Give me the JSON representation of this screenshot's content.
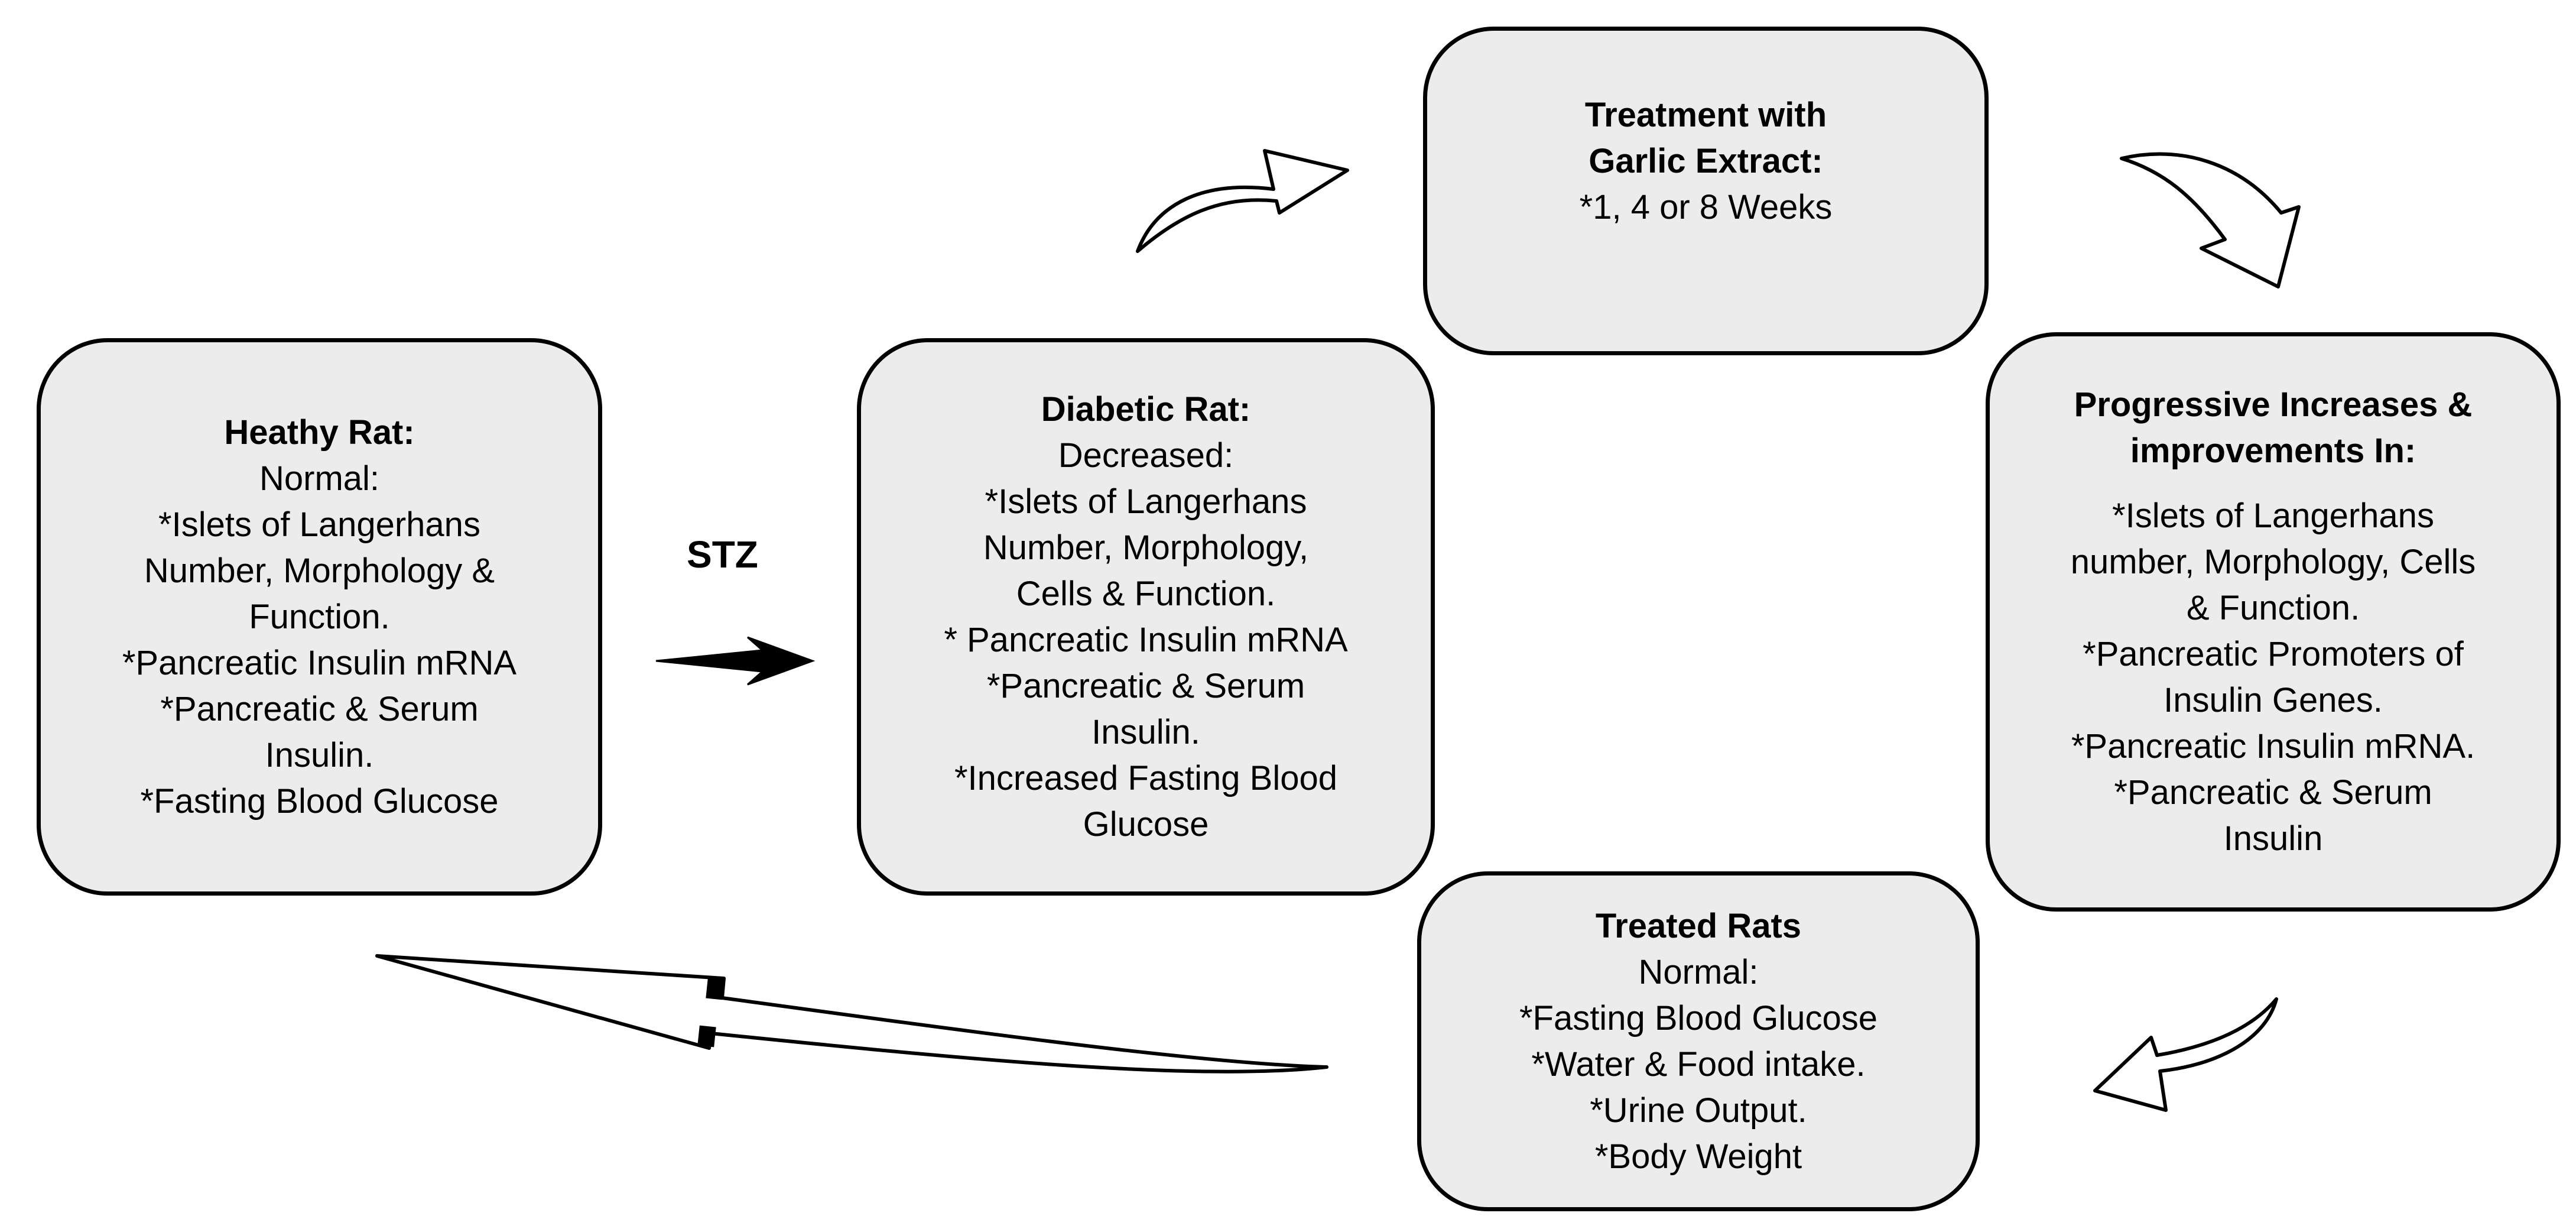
{
  "healthy": {
    "title": "Heathy Rat:",
    "lines": [
      "Normal:",
      "*Islets of Langerhans",
      "Number, Morphology &",
      "Function.",
      "*Pancreatic Insulin mRNA",
      "*Pancreatic & Serum",
      "Insulin.",
      "*Fasting Blood Glucose"
    ]
  },
  "diabetic": {
    "title": "Diabetic Rat:",
    "lines": [
      "Decreased:",
      "*Islets of Langerhans",
      "Number, Morphology,",
      "Cells & Function.",
      "* Pancreatic Insulin mRNA",
      "*Pancreatic & Serum",
      "Insulin.",
      "*Increased Fasting Blood",
      "Glucose"
    ]
  },
  "garlic": {
    "title_lines": [
      "Treatment with",
      "Garlic Extract:"
    ],
    "lines": [
      "*1,  4 or 8 Weeks"
    ]
  },
  "progress": {
    "title_lines": [
      "Progressive Increases &",
      "improvements In:"
    ],
    "lines": [
      "*Islets of Langerhans",
      "number, Morphology, Cells",
      "& Function.",
      "*Pancreatic Promoters of",
      "Insulin Genes.",
      "*Pancreatic Insulin mRNA.",
      "*Pancreatic & Serum",
      "Insulin"
    ]
  },
  "treated": {
    "title": "Treated Rats",
    "lines": [
      "Normal:",
      "*Fasting Blood Glucose",
      "*Water & Food intake.",
      "*Urine Output.",
      "*Body Weight"
    ]
  },
  "stz_label": "STZ",
  "colors": {
    "box_fill": "#ececec",
    "stroke": "#000000",
    "arrow_fill": "#ffffff"
  }
}
